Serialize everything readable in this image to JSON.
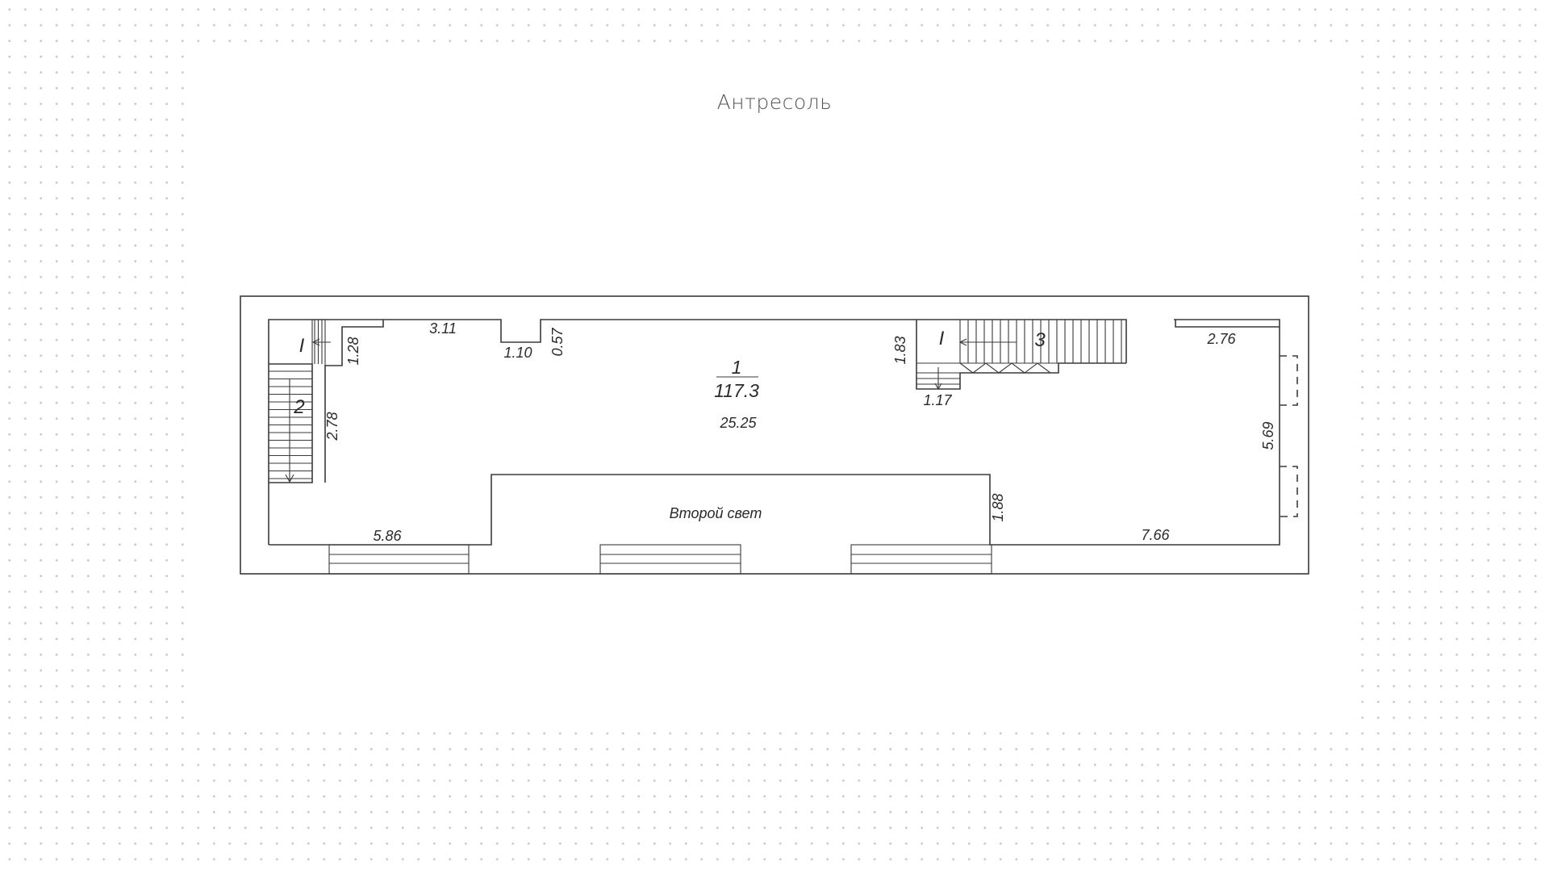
{
  "title": "Антресоль",
  "room": {
    "number": "1",
    "area": "117.3",
    "length": "25.25"
  },
  "void_label": "Второй свет",
  "stair_marks": {
    "left_section": "I",
    "right_section": "I",
    "stair_2": "2",
    "stair_3": "3"
  },
  "dimensions": {
    "top_left_wall": "3.11",
    "niche_width": "1.10",
    "niche_depth": "0.57",
    "left_stair_offset": "1.28",
    "left_stair_length": "2.78",
    "right_stair_height": "1.83",
    "right_stair_landing": "1.17",
    "top_right_wall": "2.76",
    "right_wall": "5.69",
    "void_depth": "1.88",
    "bottom_left": "5.86",
    "bottom_right": "7.66"
  },
  "colors": {
    "line": "#3a3a3a",
    "title": "#555555",
    "dots": "#c9c9c9"
  }
}
